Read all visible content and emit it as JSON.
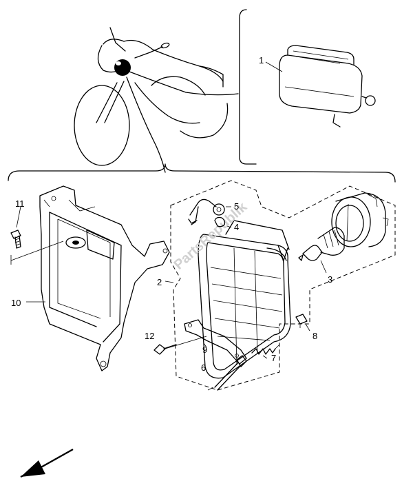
{
  "callouts": {
    "c1": "1",
    "c2": "2",
    "c3": "3",
    "c4": "4",
    "c5": "5",
    "c6": "6",
    "c7": "7",
    "c8": "8",
    "c9": "9",
    "c10": "10",
    "c11": "11",
    "c12": "12"
  },
  "watermark": "PartsRepublik",
  "icons": {
    "direction_arrow": "arrow-down-left-icon"
  }
}
